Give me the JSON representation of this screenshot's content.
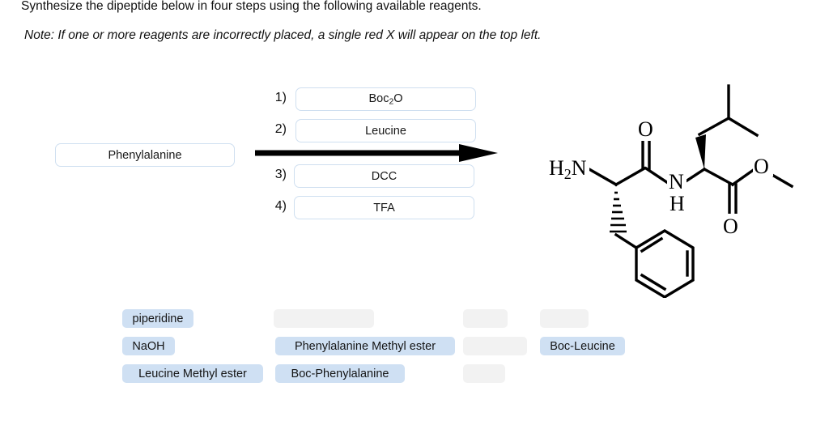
{
  "instructions": {
    "main": "Synthesize the dipeptide below in four steps using the following available reagents.",
    "note": "Note: If one or more reagents are incorrectly placed, a single red X will appear on the top left."
  },
  "scheme": {
    "starting_material": "Phenylalanine",
    "arrow_icon": "right-arrow-icon",
    "steps": [
      {
        "number": "1)",
        "reagent": "Boc2O",
        "reagent_html": "Boc<sub>2</sub>O"
      },
      {
        "number": "2)",
        "reagent": "Leucine",
        "reagent_html": "Leucine"
      },
      {
        "number": "3)",
        "reagent": "DCC",
        "reagent_html": "DCC"
      },
      {
        "number": "4)",
        "reagent": "TFA",
        "reagent_html": "TFA"
      }
    ]
  },
  "product_structure": {
    "name": "dipeptide-structure",
    "atom_labels": [
      "H2N",
      "O",
      "N",
      "H",
      "O",
      "O"
    ],
    "description": "Phenylalanyl-leucine methyl ester dipeptide skeletal structure"
  },
  "reagent_tray": {
    "chips": [
      {
        "label": "piperidine",
        "state": "filled"
      },
      {
        "label": "NaOH",
        "state": "filled"
      },
      {
        "label": "Leucine Methyl ester",
        "state": "filled"
      },
      {
        "label": "",
        "state": "empty"
      },
      {
        "label": "Phenylalanine Methyl ester",
        "state": "filled"
      },
      {
        "label": "Boc-Phenylalanine",
        "state": "filled"
      },
      {
        "label": "",
        "state": "empty"
      },
      {
        "label": "",
        "state": "empty"
      },
      {
        "label": "",
        "state": "empty"
      },
      {
        "label": "",
        "state": "empty"
      },
      {
        "label": "Boc-Leucine",
        "state": "filled"
      }
    ]
  },
  "colors": {
    "chip_filled": "#cfe0f3",
    "chip_empty": "#f2f2f2",
    "slot_border": "#cfdff0",
    "ink": "#111111",
    "page_background": "#ffffff"
  }
}
